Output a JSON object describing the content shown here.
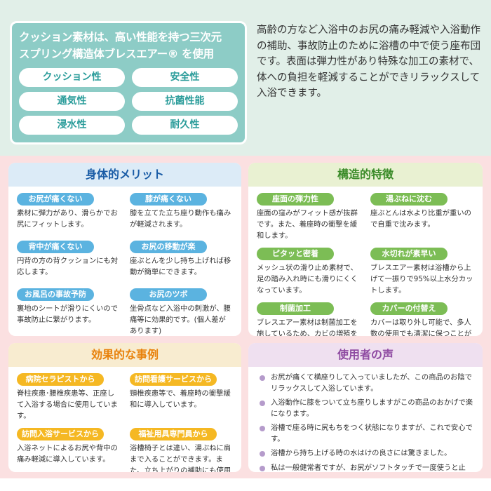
{
  "hero": {
    "title_line1": "クッション素材は、高い性能を持つ三次元",
    "title_line2": "スプリング構造体ブレスエアー® を使用",
    "features": [
      "クッション性",
      "安全性",
      "通気性",
      "抗菌性能",
      "浸水性",
      "耐久性"
    ]
  },
  "intro": "高齢の方など入浴中のお尻の痛み軽減や入浴動作の補助、事故防止のために浴槽の中で使う座布団です。表面は弾力性があり特殊な加工の素材で、体への負担を軽減することができリラックスして入浴できます。",
  "physical": {
    "title": "身体的メリット",
    "items": [
      {
        "label": "お尻が痛くない",
        "text": "素材に弾力があり、滑らかでお尻にフィットします。"
      },
      {
        "label": "膝が痛くない",
        "text": "膝を立てた立ち座り動作も痛みが軽減されます。"
      },
      {
        "label": "背中が痛くない",
        "text": "円背の方の背クッションにも対応します。"
      },
      {
        "label": "お尻の移動が楽",
        "text": "座ぶとんを少し持ち上げれば移動が簡単にできます。"
      },
      {
        "label": "お風呂の事故予防",
        "text": "裏地のシートが滑りにくいので事故防止に繋がります。"
      },
      {
        "label": "お尻のツボ",
        "text": "坐骨点など入浴中の刺激が、腰痛等に効果的です。(個人差があります)"
      }
    ]
  },
  "structure": {
    "title": "構造的特徴",
    "items": [
      {
        "label": "座面の弾力性",
        "text": "座面の窪みがフィット感が抜群です。また、着座時の衝撃を緩和します。"
      },
      {
        "label": "湯ぶねに沈む",
        "text": "座ぶとんは水より比重が重いので自重で沈みます。"
      },
      {
        "label": "ピタッと密着",
        "text": "メッシュ状の滑り止め素材で、足の踏み入れ時にも滑りにくくなっています。"
      },
      {
        "label": "水切れが素早い",
        "text": "ブレスエアー素材は浴槽から上げて一振りで95%以上水分カットします。"
      },
      {
        "label": "制菌加工",
        "text": "ブレスエアー素材は制菌加工を施しているため、カビの増殖を抑制します。"
      },
      {
        "label": "カバーの付替え",
        "text": "カバーは取り外し可能で、多人数の使用でも清潔に保つことができます。(カバーのみ別売)"
      }
    ]
  },
  "cases": {
    "title": "効果的な事例",
    "items": [
      {
        "label": "病院セラピストから",
        "text": "脊柱疾患･腰椎疾患等、正座して入浴する場合に使用しています。"
      },
      {
        "label": "訪問看護サービスから",
        "text": "頸椎疾患等で、着座時の衝撃緩和に導入しています。"
      },
      {
        "label": "訪問入浴サービスから",
        "text": "入浴ネットによるお尻や背中の痛み軽減に導入しています。"
      },
      {
        "label": "福祉用具専門員から",
        "text": "浴槽椅子とは違い、湯ぶねに肩まで入ることができます。また、立ち上がりの補助にも使用しています。"
      }
    ]
  },
  "voices": {
    "title": "使用者の声",
    "items": [
      "お尻が痛くて横座りして入っていましたが、この商品のお陰でリラックスして入浴しています。",
      "入浴動作に膝をついて立ち座りしますがこの商品のおかげで楽になります。",
      "浴槽で座る時に尻もちをつく状態になりますが、これで安心です。",
      "浴槽から持ち上げる時の水はけの良さには驚きました。",
      "私は一般健常者ですが、お尻がソフトタッチで一度使うと止められません。"
    ]
  },
  "colors": {
    "blue": "#5bb3e0",
    "green": "#7cbd55",
    "orange": "#f5b823",
    "purple": "#b59bcb"
  }
}
